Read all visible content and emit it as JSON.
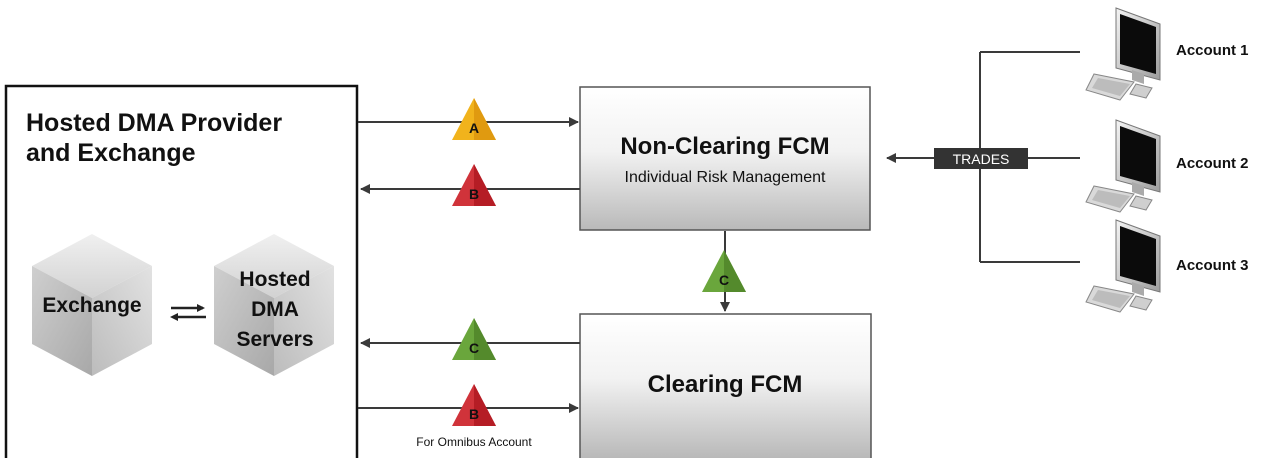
{
  "provider": {
    "title_line1": "Hosted DMA Provider",
    "title_line2": "and Exchange",
    "exchange_label": "Exchange",
    "servers_line1": "Hosted",
    "servers_line2": "DMA",
    "servers_line3": "Servers"
  },
  "non_clearing": {
    "title": "Non-Clearing FCM",
    "subtitle": "Individual Risk Management"
  },
  "clearing": {
    "title": "Clearing FCM"
  },
  "trades_label": "TRADES",
  "omnibus_note": "For Omnibus Account",
  "markers": {
    "a": "A",
    "b_top": "B",
    "c_middle": "C",
    "c_left": "C",
    "b_bottom": "B"
  },
  "accounts": [
    "Account 1",
    "Account 2",
    "Account 3"
  ],
  "colors": {
    "marker_a": "#f1b31c",
    "marker_b": "#c8242c",
    "marker_c": "#5f9a34",
    "trades_bg": "#333333",
    "arrow": "#3a3a3a"
  }
}
